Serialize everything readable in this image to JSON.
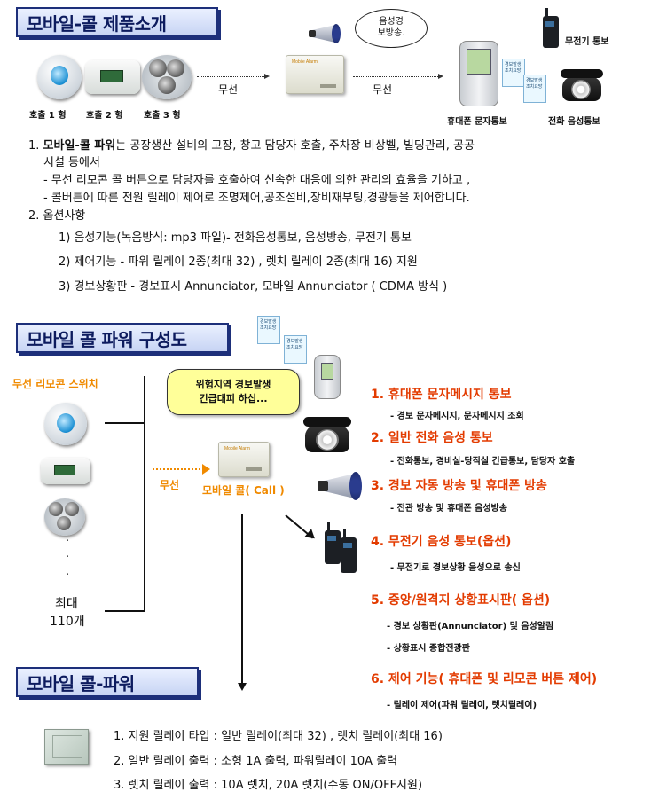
{
  "section1": {
    "title": "모바일-콜 제품소개",
    "buttons": [
      "호출 1 형",
      "호출 2 형",
      "호출 3 형"
    ],
    "wireless_left": "무선",
    "wireless_right": "무선",
    "speech_bubble": [
      "음성경",
      "보방송."
    ],
    "walkie_label": "무전기 통보",
    "phone_sms_label": "휴대폰 문자통보",
    "phone_voice_label": "전화 음성통보",
    "card_text": [
      "경보발생",
      "조치요망"
    ],
    "unit_brand": "Mobile Alarm"
  },
  "intro": {
    "item1_num": "1.",
    "item1_bold": "모바일-콜 파워",
    "item1_rest": "는 공장생산 설비의 고장, 창고 담당자 호출, 주차장 비상벨, 빌딩관리, 공공",
    "item1_line2": "시설 등에서",
    "item1_line3": "- 무선 리모콘 콜 버튼으로 담당자를 호출하여 신속한 대응에 의한 관리의 효율을 기하고 ,",
    "item1_line4": "- 콜버튼에 따른 전원 릴레이 제어로 조명제어,공조설비,장비재부팅,경광등을 제어합니다.",
    "item2": "2. 옵션사항",
    "opt1": "1)   음성기능(녹음방식: mp3 파일)- 전화음성통보, 음성방송, 무전기 통보",
    "opt2": "2)   제어기능 - 파워 릴레이 2종(최대 32)   , 렛치 릴레이 2종(최대 16) 지원",
    "opt3": "3) 경보상황판 - 경보표시 Annunciator,  모바일 Annunciator ( CDMA  방식 )"
  },
  "section2": {
    "title": "모바일 콜 파워 구성도",
    "remote_label": "무선 리모콘 스위치",
    "dots": ".",
    "max_label": "최대",
    "max_count": "110개",
    "wireless": "무선",
    "device_label": "모바일 콜( Call )",
    "alert_bubble": [
      "위험지역 경보발생",
      "긴급대피 하십..."
    ],
    "features": [
      {
        "title": "1. 휴대폰 문자메시지 통보",
        "subs": [
          "- 경보 문자메시지, 문자메시지 조회"
        ]
      },
      {
        "title": "2. 일반 전화 음성 통보",
        "subs": [
          "- 전화통보, 경비실-당직실 긴급통보, 담당자 호출"
        ]
      },
      {
        "title": "3. 경보 자동 방송 및 휴대폰 방송",
        "subs": [
          "- 전관 방송 및 휴대폰 음성방송"
        ]
      },
      {
        "title": "4. 무전기 음성 통보(옵션)",
        "subs": [
          "- 무전기로 경보상황 음성으로 송신"
        ]
      },
      {
        "title": "5. 중앙/원격지 상황표시판( 옵션)",
        "subs": [
          "- 경보 상황판(Annunciator) 및 음성알림",
          "- 상황표시 종합전광판"
        ]
      },
      {
        "title": "6. 제어 기능( 휴대폰 및 리모콘 버튼 제어)",
        "subs": [
          "- 릴레이 제어(파워 릴레이, 렛치릴레이)"
        ]
      }
    ]
  },
  "section3": {
    "title": "모바일 콜-파워",
    "specs": [
      "1. 지원 릴레이 타입 : 일반 릴레이(최대 32) , 렛치 릴레이(최대 16)",
      "2. 일반 릴레이 출력 : 소형 1A 출력,  파워릴레이 10A 출력",
      "3. 렛치 릴레이 출력 : 10A 렛치,  20A 렛치(수동 ON/OFF지원)"
    ]
  },
  "colors": {
    "header_border": "#1d2f7a",
    "feature_title": "#e33b00",
    "orange_text": "#f08a00",
    "bubble_fill": "#ffff99"
  }
}
